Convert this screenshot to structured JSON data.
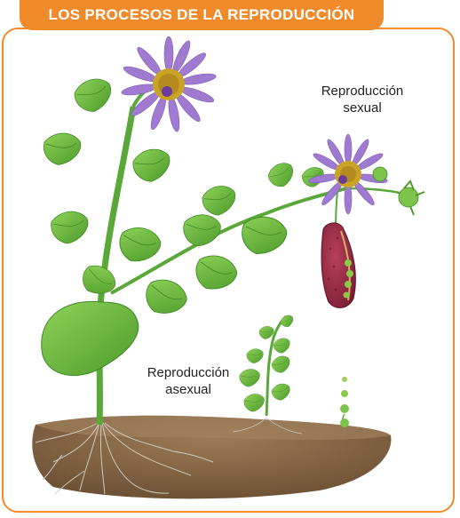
{
  "header": {
    "title": "LOS PROCESOS DE LA REPRODUCCIÓN"
  },
  "labels": {
    "sexual_line1": "Reproducción",
    "sexual_line2": "sexual",
    "asexual_line1": "Reproducción",
    "asexual_line2": "asexual"
  },
  "colors": {
    "accent": "#f08a2a",
    "soil": "#8a6a4a",
    "stem": "#5aa83a",
    "leaf": "#6cbf3c",
    "petal": "#a07ad0",
    "flower_center": "#c9a326",
    "pod": "#9a2a44",
    "roots": "#d8d4c8"
  },
  "icons": [
    "plant-illustration",
    "flower-icon",
    "seed-pod-icon",
    "seedling-icon",
    "seed-icon",
    "soil-mound"
  ]
}
